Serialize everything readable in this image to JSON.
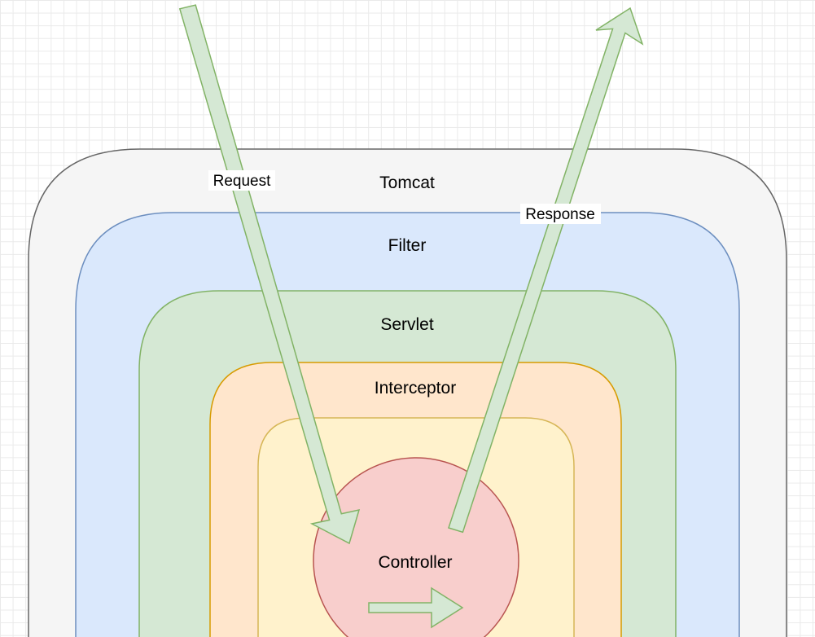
{
  "diagram": {
    "layers": {
      "tomcat": "Tomcat",
      "filter": "Filter",
      "servlet": "Servlet",
      "interceptor": "Interceptor",
      "controller": "Controller"
    },
    "flows": {
      "request": "Request",
      "response": "Response"
    }
  },
  "colors": {
    "tomcat_fill": "#f5f5f5",
    "tomcat_stroke": "#666666",
    "filter_fill": "#dae8fc",
    "filter_stroke": "#6c8ebf",
    "servlet_fill": "#d5e8d4",
    "servlet_stroke": "#82b366",
    "interceptor_fill": "#ffe6cc",
    "interceptor_stroke": "#d79b00",
    "inner_fill": "#fff2cc",
    "inner_stroke": "#d6b656",
    "controller_fill": "#f8cecc",
    "controller_stroke": "#b85450",
    "arrow_fill": "#d5e8d4",
    "arrow_stroke": "#82b366"
  }
}
